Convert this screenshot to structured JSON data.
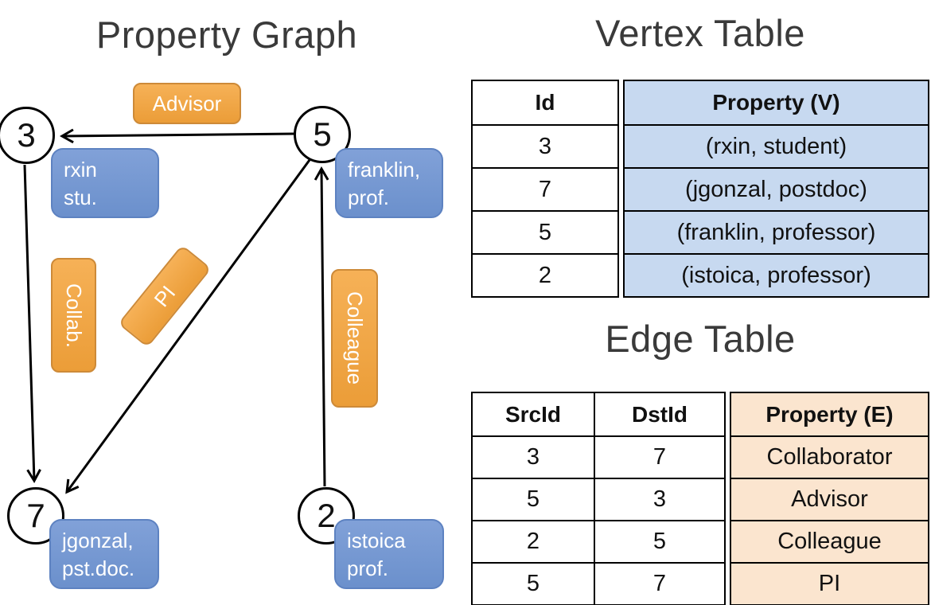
{
  "graph": {
    "title": "Property Graph",
    "nodes": {
      "n3": {
        "id": "3",
        "prop_line1": "rxin",
        "prop_line2": "stu."
      },
      "n5": {
        "id": "5",
        "prop_line1": "franklin,",
        "prop_line2": "prof."
      },
      "n7": {
        "id": "7",
        "prop_line1": "jgonzal,",
        "prop_line2": "pst.doc."
      },
      "n2": {
        "id": "2",
        "prop_line1": "istoica",
        "prop_line2": "prof."
      }
    },
    "edge_labels": {
      "advisor": "Advisor",
      "collab": "Collab.",
      "pi": "PI",
      "colleague": "Colleague"
    }
  },
  "vertex_table": {
    "title": "Vertex Table",
    "headers": {
      "id": "Id",
      "property": "Property (V)"
    },
    "rows": [
      {
        "id": "3",
        "property": "(rxin, student)"
      },
      {
        "id": "7",
        "property": "(jgonzal, postdoc)"
      },
      {
        "id": "5",
        "property": "(franklin, professor)"
      },
      {
        "id": "2",
        "property": "(istoica, professor)"
      }
    ]
  },
  "edge_table": {
    "title": "Edge Table",
    "headers": {
      "src": "SrcId",
      "dst": "DstId",
      "property": "Property (E)"
    },
    "rows": [
      {
        "src": "3",
        "dst": "7",
        "property": "Collaborator"
      },
      {
        "src": "5",
        "dst": "3",
        "property": "Advisor"
      },
      {
        "src": "2",
        "dst": "5",
        "property": "Colleague"
      },
      {
        "src": "5",
        "dst": "7",
        "property": "PI"
      }
    ]
  },
  "colors": {
    "vertex_box": "#7296D1",
    "edge_box": "#F0A64A",
    "vertex_cell": "#C7D9F0",
    "edge_cell": "#FBE5CF",
    "arrow": "#000000"
  }
}
